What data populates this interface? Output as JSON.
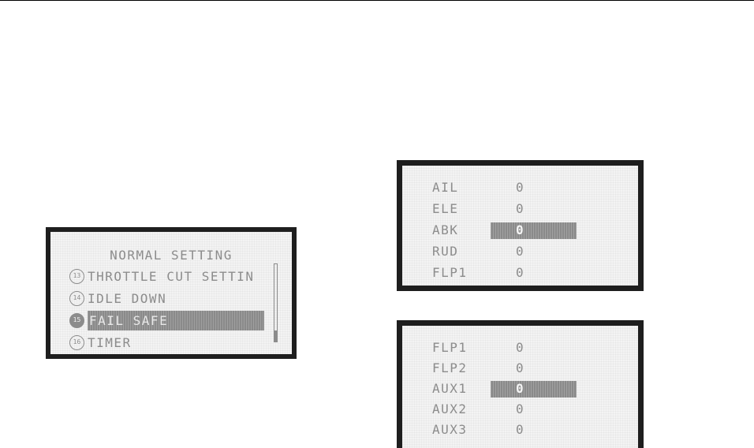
{
  "menu_screen": {
    "title": "NORMAL SETTING",
    "items": [
      {
        "number": "13",
        "label": "THROTTLE CUT SETTIN",
        "selected": false
      },
      {
        "number": "14",
        "label": "IDLE DOWN",
        "selected": false
      },
      {
        "number": "15",
        "label": "FAIL SAFE",
        "selected": true
      },
      {
        "number": "16",
        "label": "TIMER",
        "selected": false
      }
    ]
  },
  "channel_screen_1": {
    "rows": [
      {
        "name": "AIL",
        "value": "0",
        "selected": false
      },
      {
        "name": "ELE",
        "value": "0",
        "selected": false
      },
      {
        "name": "ABK",
        "value": "0",
        "selected": true
      },
      {
        "name": "RUD",
        "value": "0",
        "selected": false
      },
      {
        "name": "FLP1",
        "value": "0",
        "selected": false
      }
    ]
  },
  "channel_screen_2": {
    "rows": [
      {
        "name": "FLP1",
        "value": "0",
        "selected": false
      },
      {
        "name": "FLP2",
        "value": "0",
        "selected": false
      },
      {
        "name": "AUX1",
        "value": "0",
        "selected": true
      },
      {
        "name": "AUX2",
        "value": "0",
        "selected": false
      },
      {
        "name": "AUX3",
        "value": "0",
        "selected": false
      }
    ]
  }
}
